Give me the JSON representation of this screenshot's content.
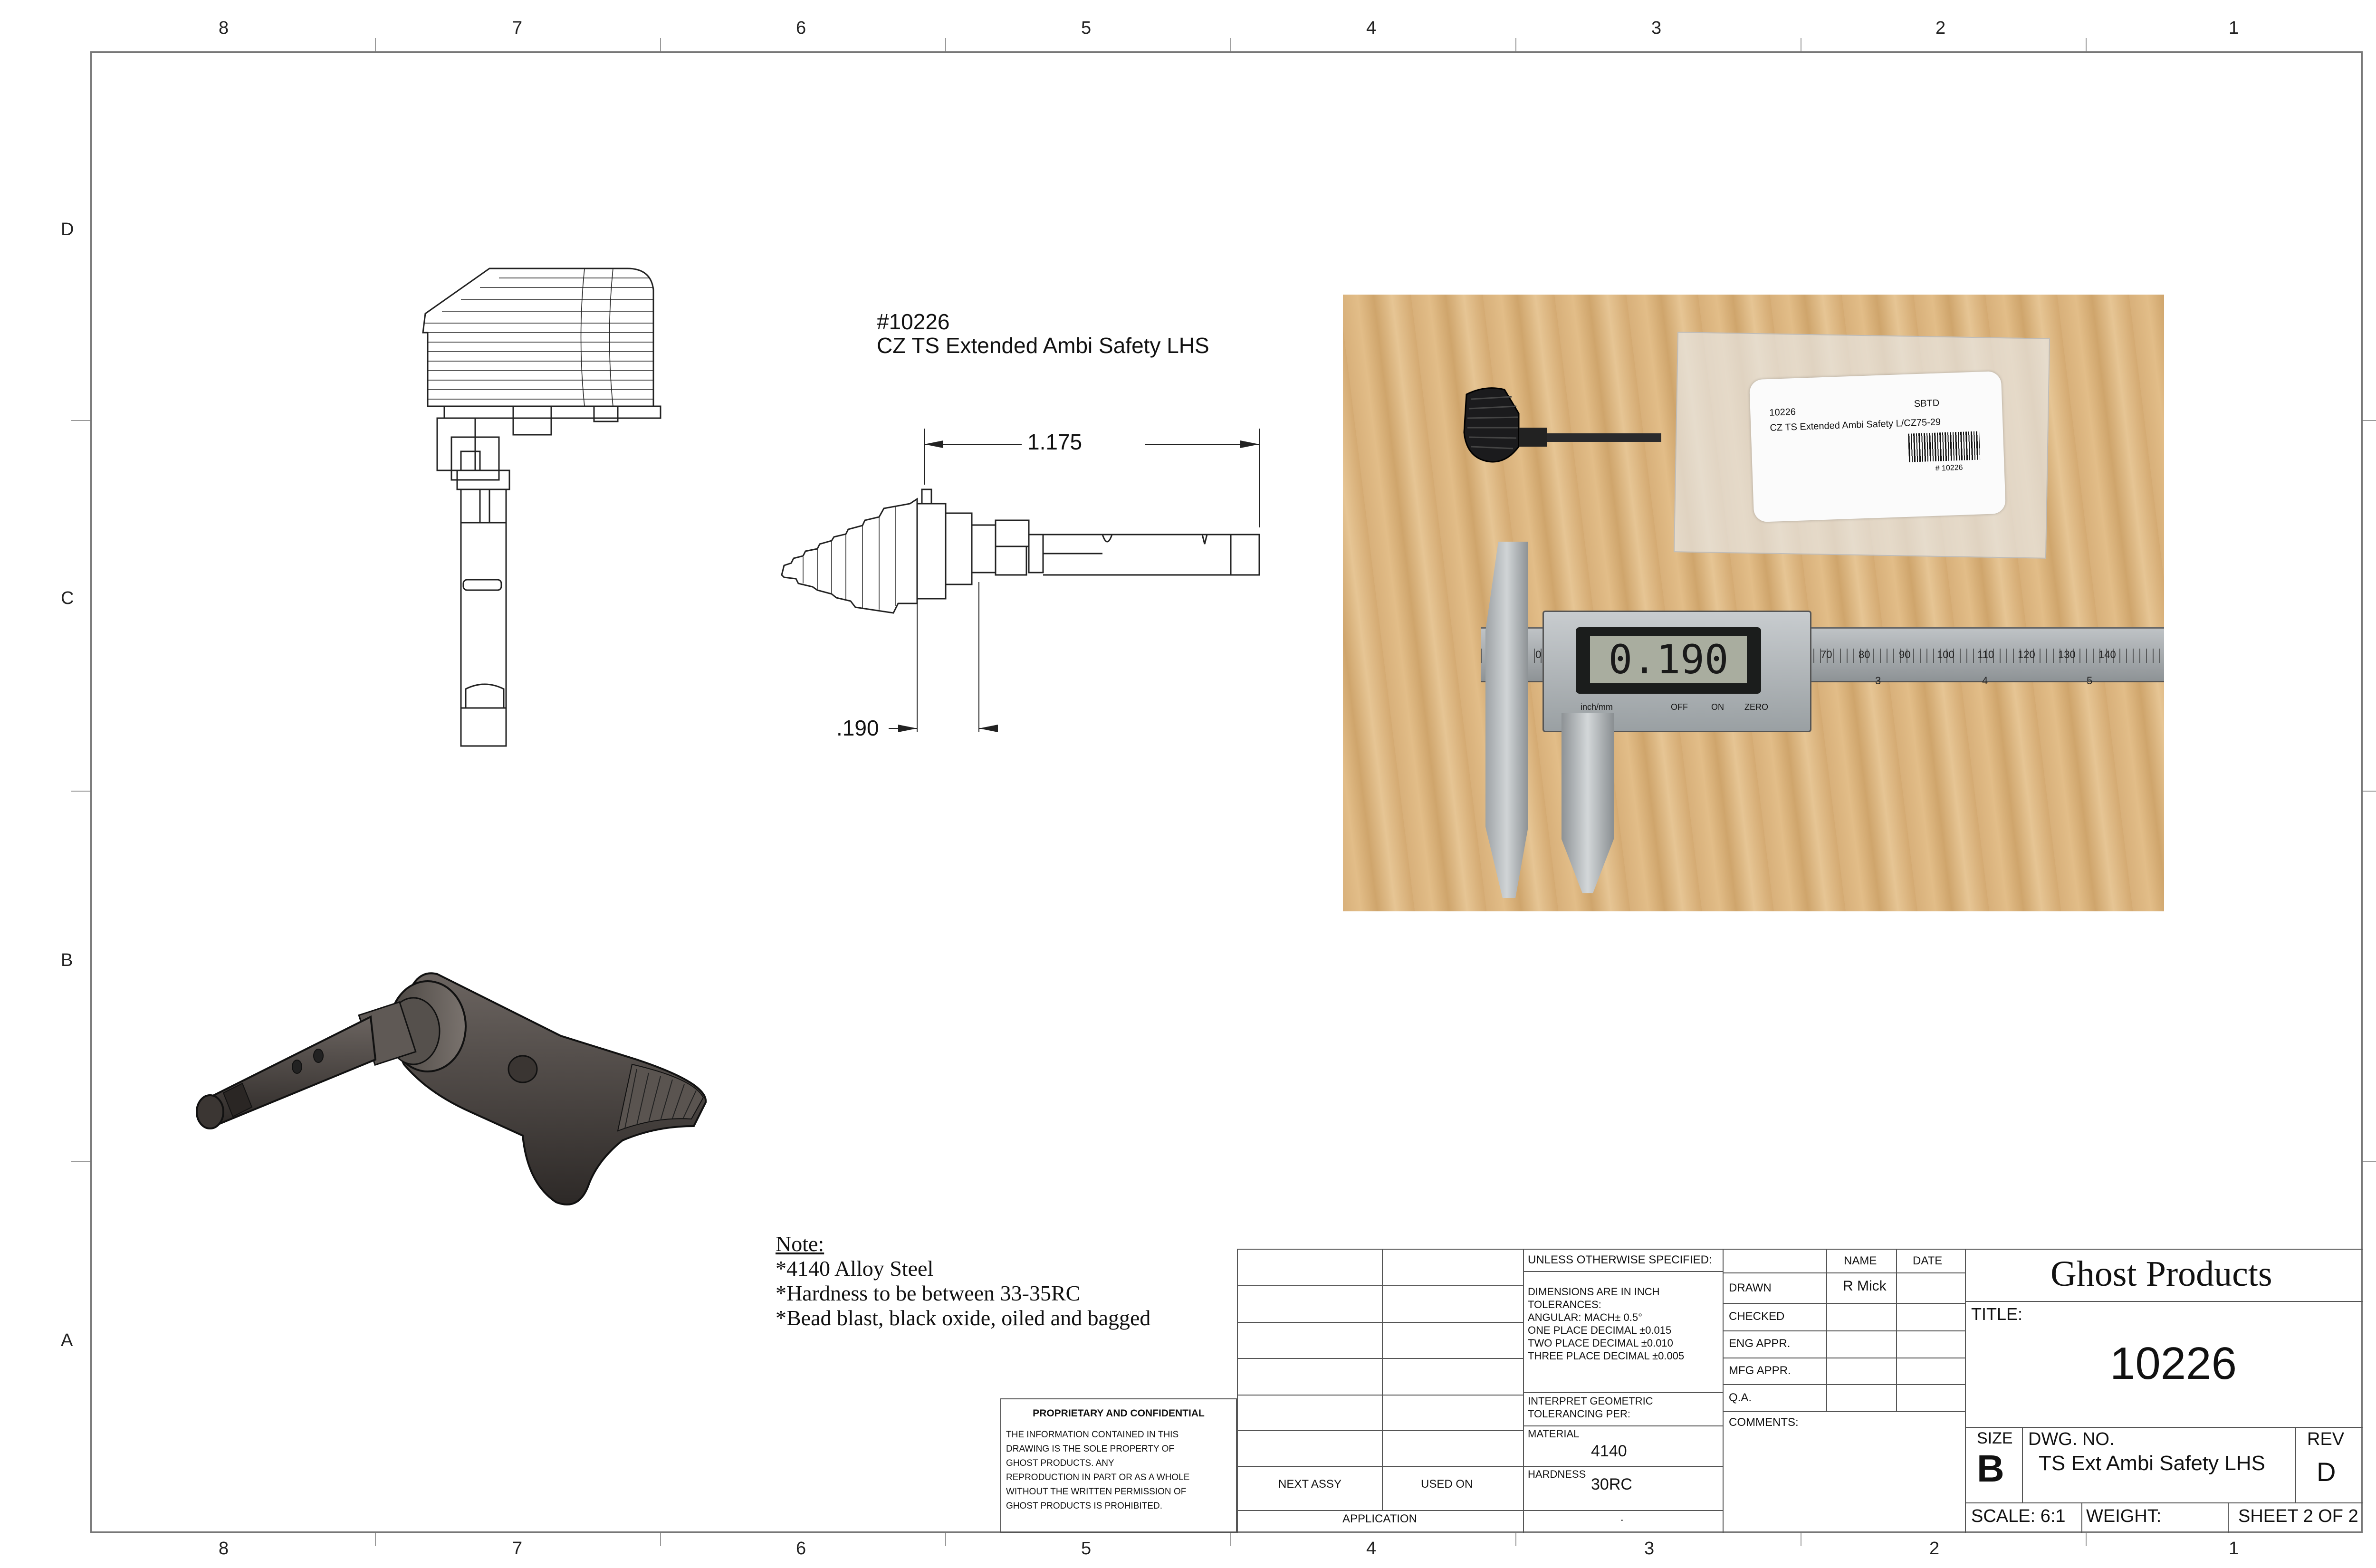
{
  "zones": {
    "columns": [
      "8",
      "7",
      "6",
      "5",
      "4",
      "3",
      "2",
      "1"
    ],
    "rows": [
      "D",
      "C",
      "B",
      "A"
    ]
  },
  "part": {
    "number": "#10226",
    "name": "CZ TS Extended Ambi Safety LHS"
  },
  "dimensions": {
    "length": "1.175",
    "offset": ".190"
  },
  "photo": {
    "bag_label_line1_left": "10226",
    "bag_label_line1_right": "SBTD",
    "bag_label_line2": "CZ TS Extended Ambi Safety L/CZ75-29",
    "bag_label_barcode_text": "# 10226",
    "caliper_reading": "0.190",
    "caliper_buttons": [
      "inch/mm",
      "OFF",
      "ON",
      "ZERO"
    ],
    "scale_numbers": [
      "0",
      "70",
      "80",
      "90",
      "100",
      "110",
      "120",
      "130",
      "140"
    ],
    "scale_inches": [
      "3",
      "4",
      "5"
    ]
  },
  "notes": {
    "heading": "Note:",
    "lines": [
      "*4140 Alloy Steel",
      "*Hardness to be between 33-35RC",
      "*Bead blast, black oxide, oiled and bagged"
    ]
  },
  "proprietary": {
    "title": "PROPRIETARY AND CONFIDENTIAL",
    "lines": [
      "THE INFORMATION CONTAINED IN THIS",
      "DRAWING IS THE SOLE PROPERTY OF",
      "GHOST PRODUCTS.  ANY",
      "REPRODUCTION IN PART OR AS A WHOLE",
      "WITHOUT THE WRITTEN PERMISSION OF",
      "GHOST PRODUCTS IS PROHIBITED."
    ]
  },
  "title_block": {
    "next_assy": "NEXT ASSY",
    "used_on": "USED ON",
    "application": "APPLICATION",
    "unless": "UNLESS OTHERWISE SPECIFIED:",
    "dims_lines": [
      "DIMENSIONS ARE IN INCH",
      "TOLERANCES:",
      "ANGULAR: MACH± 0.5°",
      "ONE PLACE DECIMAL  ±0.015",
      "TWO PLACE DECIMAL    ±0.010",
      "THREE PLACE DECIMAL   ±0.005"
    ],
    "interpret_lines": [
      "INTERPRET GEOMETRIC",
      "TOLERANCING PER:"
    ],
    "material_label": "MATERIAL",
    "material": "4140",
    "hardness_label": "HARDNESS",
    "hardness": "30RC",
    "finish": ".",
    "name_header": "NAME",
    "date_header": "DATE",
    "drawn": "DRAWN",
    "drawn_name": "R Mick",
    "checked": "CHECKED",
    "eng_appr": "ENG APPR.",
    "mfg_appr": "MFG APPR.",
    "qa": "Q.A.",
    "comments": "COMMENTS:",
    "company": "Ghost Products",
    "title_label": "TITLE:",
    "title": "10226",
    "size_label": "SIZE",
    "size": "B",
    "dwg_no_label": "DWG.  NO.",
    "dwg_no": "TS Ext Ambi Safety LHS",
    "rev_label": "REV",
    "rev": "D",
    "scale": "SCALE: 6:1",
    "weight": "WEIGHT:",
    "sheet": "SHEET 2 OF 2"
  }
}
